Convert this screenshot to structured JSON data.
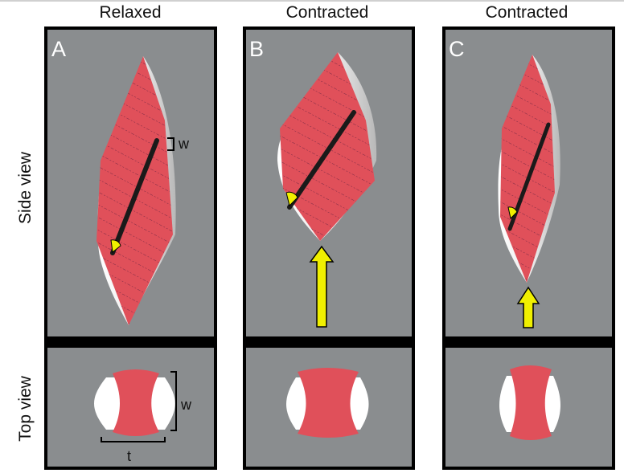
{
  "columns": [
    {
      "title": "Relaxed",
      "letter": "A"
    },
    {
      "title": "Contracted",
      "letter": "B"
    },
    {
      "title": "Contracted",
      "letter": "C"
    }
  ],
  "rows": {
    "side": "Side view",
    "top": "Top view"
  },
  "labels": {
    "width": "w",
    "thickness": "t"
  },
  "colors": {
    "panel_bg": "#8a8d8f",
    "muscle": "#e0505a",
    "arrow": "#f0f000",
    "frame": "#000000"
  }
}
